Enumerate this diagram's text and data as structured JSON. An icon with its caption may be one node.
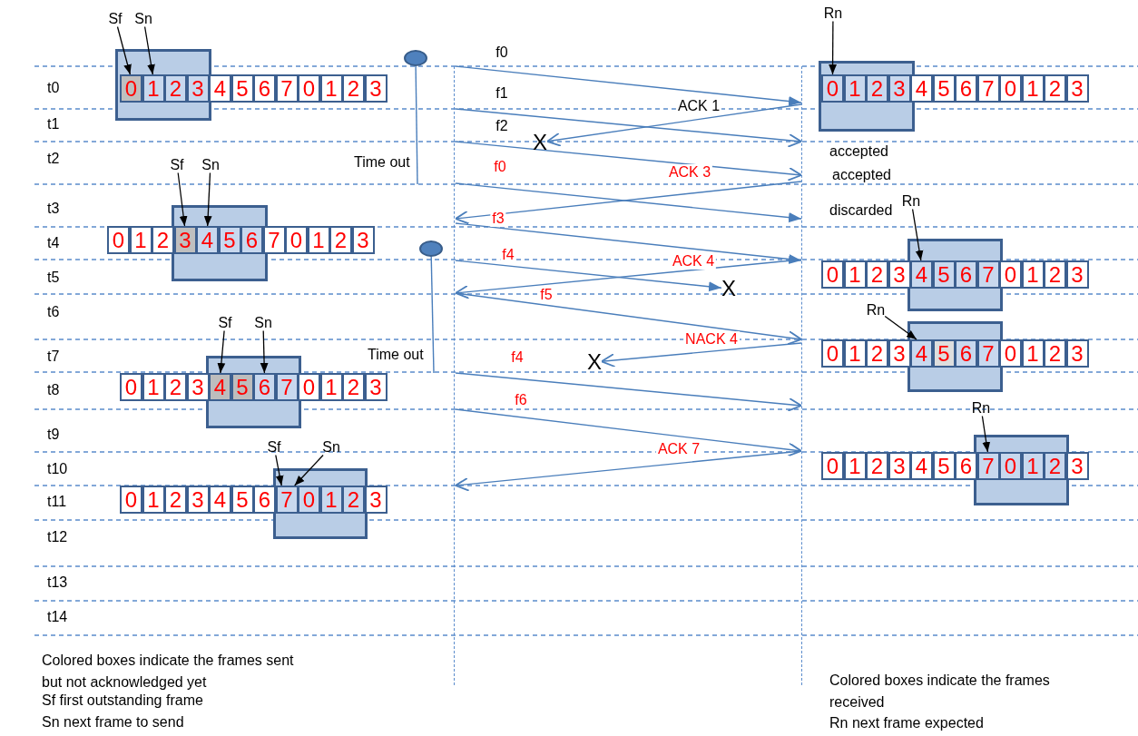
{
  "diagram": {
    "nodes": [
      {
        "text": [
          "Sf"
        ]
      },
      {
        "text": [
          "Sn"
        ]
      },
      {
        "text": [],
        "shape": "box"
      },
      {
        "text": [
          "0"
        ],
        "in": 2
      },
      {
        "text": [
          "1"
        ],
        "in": 2
      },
      {
        "text": [
          "2"
        ],
        "in": 2
      },
      {
        "text": [
          "3"
        ],
        "in": 2
      },
      {
        "text": [
          "4"
        ]
      },
      {
        "text": [
          "5"
        ]
      },
      {
        "text": [
          "6"
        ]
      },
      {
        "text": [
          "7"
        ]
      },
      {
        "text": [
          "0"
        ]
      },
      {
        "text": [
          "1"
        ]
      },
      {
        "text": [
          "2"
        ]
      },
      {
        "text": [
          "3"
        ]
      },
      {
        "text": [
          "Sf"
        ]
      },
      {
        "text": [
          "Sn"
        ]
      },
      {
        "text": [],
        "shape": "box"
      },
      {
        "text": [
          "0"
        ]
      },
      {
        "text": [
          "1"
        ]
      },
      {
        "text": [
          "2"
        ]
      },
      {
        "text": [
          "3"
        ],
        "in": 17
      },
      {
        "text": [
          "4"
        ],
        "in": 17
      },
      {
        "text": [
          "5"
        ],
        "in": 17
      },
      {
        "text": [
          "6"
        ],
        "in": 17
      },
      {
        "text": [
          "7"
        ]
      },
      {
        "text": [
          "0"
        ]
      },
      {
        "text": [
          "1"
        ]
      },
      {
        "text": [
          "2"
        ]
      },
      {
        "text": [
          "3"
        ]
      },
      {
        "text": [
          "Sf"
        ]
      },
      {
        "text": [
          "Sn"
        ]
      },
      {
        "text": [],
        "shape": "box"
      },
      {
        "text": [
          "0"
        ]
      },
      {
        "text": [
          "1"
        ]
      },
      {
        "text": [
          "2"
        ]
      },
      {
        "text": [
          "3"
        ]
      },
      {
        "text": [
          "4"
        ],
        "in": 32
      },
      {
        "text": [
          "5"
        ],
        "in": 32
      },
      {
        "text": [
          "6"
        ],
        "in": 32
      },
      {
        "text": [
          "7"
        ],
        "in": 32
      },
      {
        "text": [
          "0"
        ]
      },
      {
        "text": [
          "1"
        ]
      },
      {
        "text": [
          "2"
        ]
      },
      {
        "text": [
          "3"
        ]
      },
      {
        "text": [
          "Sf"
        ]
      },
      {
        "text": [
          "Sn"
        ]
      },
      {
        "text": [],
        "shape": "box"
      },
      {
        "text": [
          "0"
        ]
      },
      {
        "text": [
          "1"
        ]
      },
      {
        "text": [
          "2"
        ]
      },
      {
        "text": [
          "3"
        ]
      },
      {
        "text": [
          "4"
        ]
      },
      {
        "text": [
          "5"
        ]
      },
      {
        "text": [
          "6"
        ]
      },
      {
        "text": [
          "7"
        ],
        "in": 47
      },
      {
        "text": [
          "0"
        ],
        "in": 47
      },
      {
        "text": [
          "1"
        ],
        "in": 47
      },
      {
        "text": [
          "2"
        ],
        "in": 47
      },
      {
        "text": [
          "3"
        ]
      },
      {
        "text": [
          "Rn"
        ]
      },
      {
        "text": [],
        "shape": "box"
      },
      {
        "text": [
          "0"
        ],
        "in": 61
      },
      {
        "text": [
          "1"
        ],
        "in": 61
      },
      {
        "text": [
          "2"
        ],
        "in": 61
      },
      {
        "text": [
          "3"
        ],
        "in": 61
      },
      {
        "text": [
          "4"
        ]
      },
      {
        "text": [
          "5"
        ]
      },
      {
        "text": [
          "6"
        ]
      },
      {
        "text": [
          "7"
        ]
      },
      {
        "text": [
          "0"
        ]
      },
      {
        "text": [
          "1"
        ]
      },
      {
        "text": [
          "2"
        ]
      },
      {
        "text": [
          "3"
        ]
      },
      {
        "text": [
          "Rn"
        ]
      },
      {
        "text": [],
        "shape": "box"
      },
      {
        "text": [
          "0"
        ]
      },
      {
        "text": [
          "1"
        ]
      },
      {
        "text": [
          "2"
        ]
      },
      {
        "text": [
          "3"
        ]
      },
      {
        "text": [
          "4"
        ],
        "in": 75
      },
      {
        "text": [
          "5"
        ],
        "in": 75
      },
      {
        "text": [
          "6"
        ],
        "in": 75
      },
      {
        "text": [
          "7"
        ],
        "in": 75
      },
      {
        "text": [
          "0"
        ]
      },
      {
        "text": [
          "1"
        ]
      },
      {
        "text": [
          "2"
        ]
      },
      {
        "text": [
          "3"
        ]
      },
      {
        "text": [
          "Rn"
        ]
      },
      {
        "text": [],
        "shape": "box"
      },
      {
        "text": [
          "0"
        ]
      },
      {
        "text": [
          "1"
        ]
      },
      {
        "text": [
          "2"
        ]
      },
      {
        "text": [
          "3"
        ]
      },
      {
        "text": [
          "4"
        ],
        "in": 89
      },
      {
        "text": [
          "5"
        ],
        "in": 89
      },
      {
        "text": [
          "6"
        ],
        "in": 89
      },
      {
        "text": [
          "7"
        ],
        "in": 89
      },
      {
        "text": [
          "0"
        ]
      },
      {
        "text": [
          "1"
        ]
      },
      {
        "text": [
          "2"
        ]
      },
      {
        "text": [
          "3"
        ]
      },
      {
        "text": [
          "Rn"
        ]
      },
      {
        "text": [],
        "shape": "box"
      },
      {
        "text": [
          "0"
        ]
      },
      {
        "text": [
          "1"
        ]
      },
      {
        "text": [
          "2"
        ]
      },
      {
        "text": [
          "3"
        ]
      },
      {
        "text": [
          "4"
        ]
      },
      {
        "text": [
          "5"
        ]
      },
      {
        "text": [
          "6"
        ]
      },
      {
        "text": [
          "7"
        ],
        "in": 103
      },
      {
        "text": [
          "0"
        ],
        "in": 103
      },
      {
        "text": [
          "1"
        ],
        "in": 103
      },
      {
        "text": [
          "2"
        ],
        "in": 103
      },
      {
        "text": [
          "3"
        ]
      },
      {
        "text": [],
        "shape": "line"
      },
      {
        "text": [],
        "shape": "line"
      },
      {
        "text": [],
        "shape": "circle"
      },
      {
        "text": [],
        "shape": "circle"
      },
      {
        "text": [
          "X"
        ]
      },
      {
        "text": [
          "X"
        ]
      },
      {
        "text": [
          "X"
        ]
      }
    ],
    "edges": [
      {
        "from": 116,
        "to": 117,
        "arrow": "to",
        "label": "f0"
      },
      {
        "from": 116,
        "to": 117,
        "arrow": "to",
        "label": "f1"
      },
      {
        "from": 116,
        "to": 117,
        "arrow": "to",
        "label": "f2"
      },
      {
        "from": 117,
        "to": 120,
        "arrow": "to",
        "label": "ACK 1"
      },
      {
        "from": 116,
        "to": 117,
        "arrow": "to",
        "label": "f0"
      },
      {
        "from": 117,
        "to": 116,
        "arrow": "to",
        "label": "ACK 3"
      },
      {
        "from": 116,
        "to": 117,
        "arrow": "to",
        "label": "f3"
      },
      {
        "from": 116,
        "to": 121,
        "arrow": "to",
        "label": "f4"
      },
      {
        "from": 117,
        "to": 116,
        "arrow": "to",
        "label": "ACK 4"
      },
      {
        "from": 116,
        "to": 117,
        "arrow": "to",
        "label": "f5"
      },
      {
        "from": 117,
        "to": 122,
        "arrow": "to",
        "label": "NACK 4"
      },
      {
        "from": 116,
        "to": 117,
        "arrow": "to",
        "label": "f4"
      },
      {
        "from": 116,
        "to": 117,
        "arrow": "to",
        "label": "f6"
      },
      {
        "from": 117,
        "to": 116,
        "arrow": "to",
        "label": "ACK 7"
      },
      {
        "from": 118,
        "to": null,
        "arrow": "none"
      },
      {
        "from": 119,
        "to": null,
        "arrow": "none"
      },
      {
        "from": 0,
        "to": 3,
        "arrow": "to",
        "color": "#000000"
      },
      {
        "from": 1,
        "to": 4,
        "arrow": "to",
        "color": "#000000"
      },
      {
        "from": 15,
        "to": 21,
        "arrow": "to",
        "color": "#000000"
      },
      {
        "from": 16,
        "to": 22,
        "arrow": "to",
        "color": "#000000"
      },
      {
        "from": 30,
        "to": 37,
        "arrow": "to",
        "color": "#000000"
      },
      {
        "from": 31,
        "to": 39,
        "arrow": "to",
        "color": "#000000"
      },
      {
        "from": 45,
        "to": 55,
        "arrow": "to",
        "color": "#000000"
      },
      {
        "from": 46,
        "to": 55,
        "arrow": "to",
        "color": "#000000"
      },
      {
        "from": 60,
        "to": 62,
        "arrow": "to",
        "color": "#000000"
      },
      {
        "from": 74,
        "to": 80,
        "arrow": "to",
        "color": "#000000"
      },
      {
        "from": 88,
        "to": 94,
        "arrow": "to",
        "color": "#000000"
      },
      {
        "from": 102,
        "to": 111,
        "arrow": "to",
        "color": "#000000"
      }
    ],
    "labels": [
      "t0",
      "t1",
      "t2",
      "t3",
      "t4",
      "t5",
      "t6",
      "t7",
      "t8",
      "t9",
      "t10",
      "t11",
      "t12",
      "t13",
      "t14",
      "Time out",
      "Time out",
      "accepted",
      "accepted",
      "discarded",
      "Colored boxes indicate the frames sent but not acknowledged yet",
      "Sf first outstanding frame",
      "Sn next frame to send",
      "Colored boxes indicate the frames received",
      "Rn next frame expected"
    ]
  }
}
